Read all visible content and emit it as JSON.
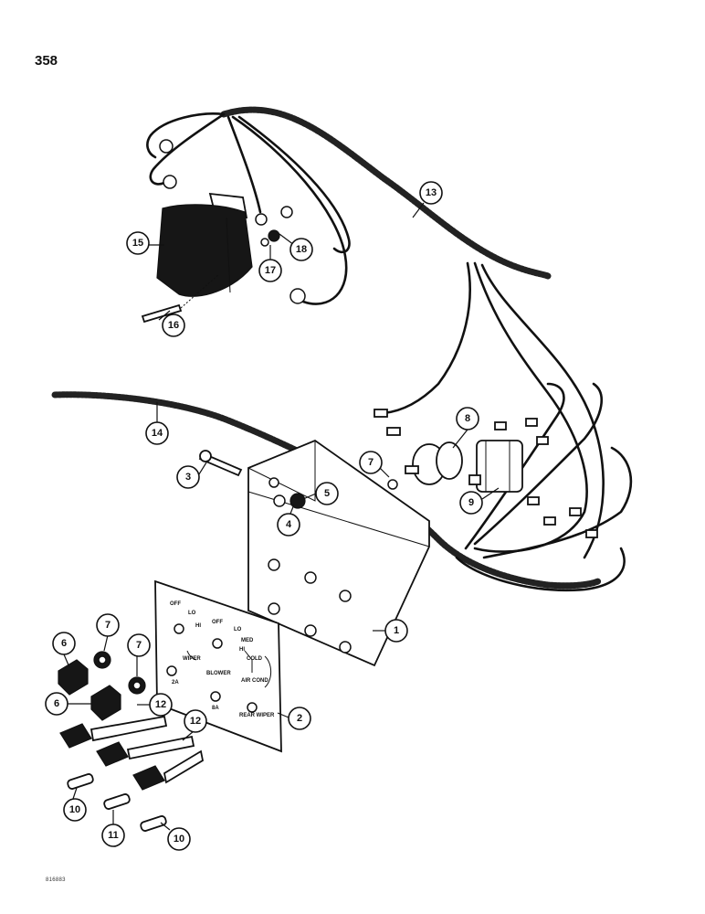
{
  "page": {
    "number": "358",
    "figure_code": "816883"
  },
  "panel_labels": {
    "off_left": "OFF",
    "lo_left": "LO",
    "hi_left": "HI",
    "wiper": "WIPER",
    "off_right": "OFF",
    "lo_right": "LO",
    "med": "MED",
    "hi_right": "HI",
    "cold": "COLD",
    "blower": "BLOWER",
    "air_cond": "AIR COND",
    "fuse_2a": "2A",
    "fuse_8a": "8A",
    "rear_wiper": "REAR WIPER"
  },
  "callouts": [
    {
      "id": "c1",
      "label": "1"
    },
    {
      "id": "c2",
      "label": "2"
    },
    {
      "id": "c3",
      "label": "3"
    },
    {
      "id": "c4",
      "label": "4"
    },
    {
      "id": "c5",
      "label": "5"
    },
    {
      "id": "c6a",
      "label": "6"
    },
    {
      "id": "c6b",
      "label": "6"
    },
    {
      "id": "c7a",
      "label": "7"
    },
    {
      "id": "c7b",
      "label": "7"
    },
    {
      "id": "c7c",
      "label": "7"
    },
    {
      "id": "c8",
      "label": "8"
    },
    {
      "id": "c9",
      "label": "9"
    },
    {
      "id": "c10a",
      "label": "10"
    },
    {
      "id": "c10b",
      "label": "10"
    },
    {
      "id": "c11",
      "label": "11"
    },
    {
      "id": "c12a",
      "label": "12"
    },
    {
      "id": "c12b",
      "label": "12"
    },
    {
      "id": "c13",
      "label": "13"
    },
    {
      "id": "c14",
      "label": "14"
    },
    {
      "id": "c15",
      "label": "15"
    },
    {
      "id": "c16",
      "label": "16"
    },
    {
      "id": "c17",
      "label": "17"
    },
    {
      "id": "c18",
      "label": "18"
    }
  ]
}
